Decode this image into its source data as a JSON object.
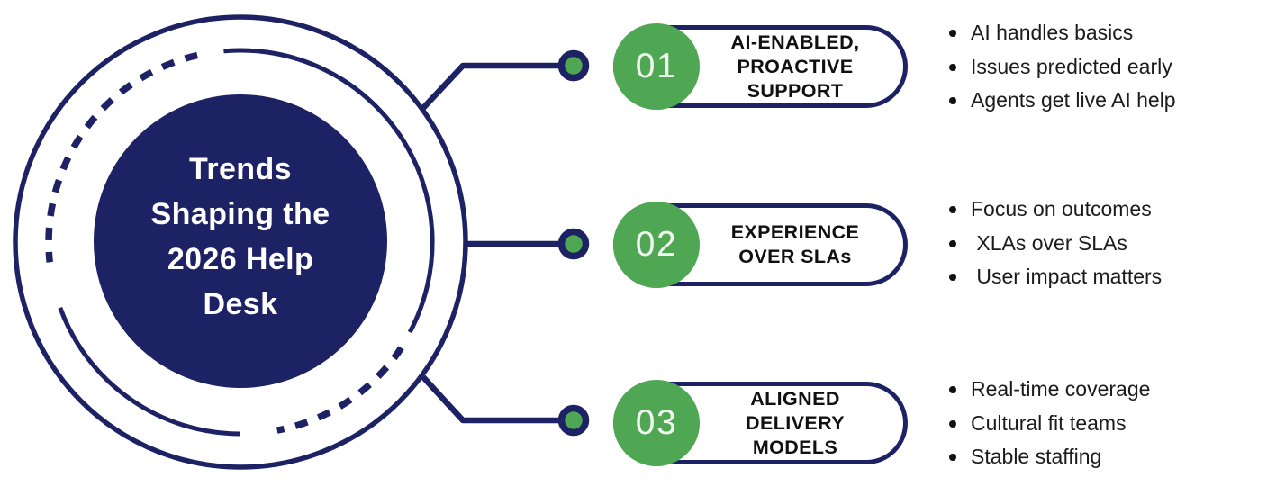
{
  "title": "Trends Shaping the 2026 Help Desk",
  "colors": {
    "navy": "#1C2263",
    "green": "#4FA653",
    "text": "#1B1B1B"
  },
  "center": {
    "lines": [
      "Trends",
      "Shaping the",
      "2026 Help",
      "Desk"
    ]
  },
  "items": [
    {
      "number": "01",
      "title": "AI-ENABLED,\nPROACTIVE\nSUPPORT",
      "bullets": [
        "AI handles basics",
        "Issues predicted early",
        "Agents get live AI help"
      ]
    },
    {
      "number": "02",
      "title": "EXPERIENCE\nOVER SLAs",
      "bullets": [
        "Focus on outcomes",
        " XLAs over SLAs",
        " User impact matters"
      ]
    },
    {
      "number": "03",
      "title": "ALIGNED\nDELIVERY\nMODELS",
      "bullets": [
        "Real-time coverage",
        "Cultural fit teams",
        "Stable staffing"
      ]
    }
  ]
}
